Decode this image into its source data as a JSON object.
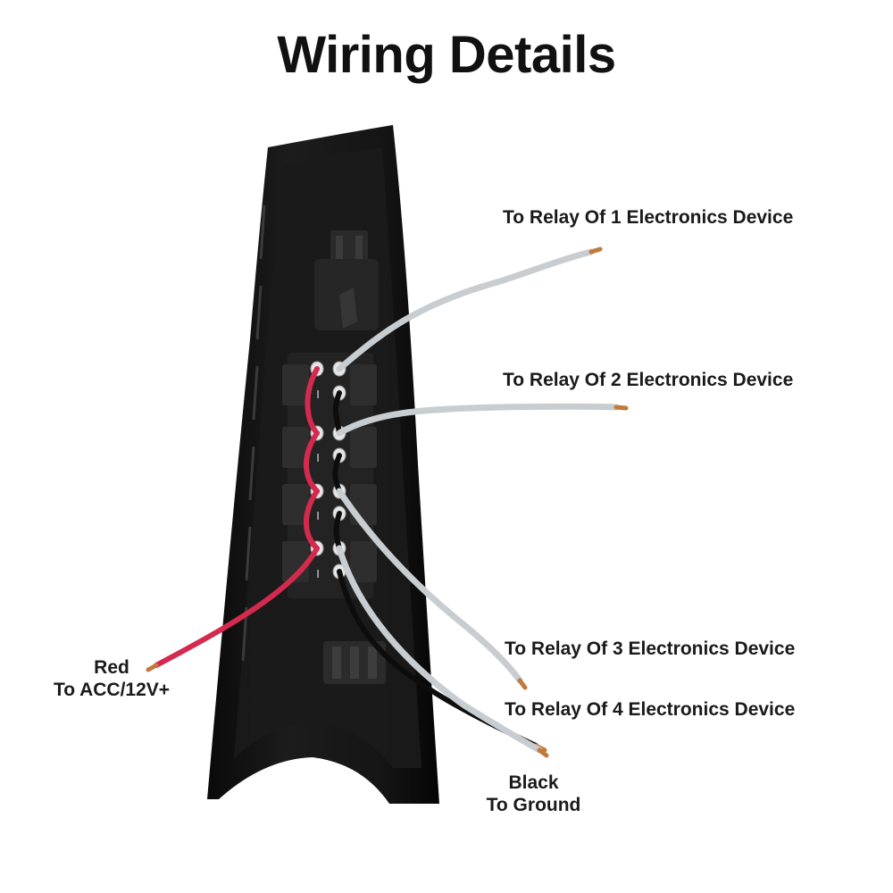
{
  "title": "Wiring Details",
  "labels": {
    "relay1": "To Relay Of 1 Electronics Device",
    "relay2": "To Relay Of 2 Electronics Device",
    "relay3": "To Relay Of 3 Electronics Device",
    "relay4": "To Relay Of 4 Electronics Device",
    "red_title": "Red",
    "red_desc": "To ACC/12V+",
    "black_title": "Black",
    "black_desc": "To Ground"
  },
  "switch_markings": [
    "I",
    "I",
    "I",
    "I"
  ],
  "colors": {
    "housing": "#141414",
    "red_wire": "#d42a4e",
    "black_wire": "#0d0d0d",
    "gray_wire": "#c8cdd1",
    "copper_tip": "#c07a3c"
  }
}
